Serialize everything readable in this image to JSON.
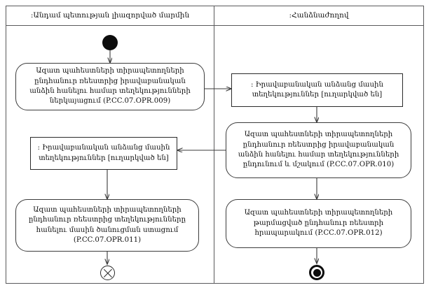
{
  "diagram": {
    "title": "UML Activity Diagram",
    "type": "activity-diagram",
    "colors": {
      "frame_border": "#59595b",
      "node_border": "#3c3c3c",
      "object_border": "#2b2b2b",
      "edge": "#3a3a3a",
      "marker_fill": "#0d0d0d",
      "background": "#ffffff",
      "text": "#111111"
    }
  },
  "swimlanes": [
    {
      "id": "lane-left",
      "title": ":Անդամ պետության լիազորված մարմին"
    },
    {
      "id": "lane-right",
      "title": ":Հանձնաժողով"
    }
  ],
  "nodes": {
    "start": {
      "kind": "initial-node",
      "lane": "lane-left"
    },
    "action_009": {
      "kind": "action",
      "lane": "lane-left",
      "text": "Ազատ պահեստների տիրապետողների ընդհանուր ռեեստրից իրավաբանական անձին հանելու համար տեղեկությունների ներկայացում (P.CC.07.OPR.009)"
    },
    "object_left": {
      "kind": "object-node",
      "lane": "lane-left",
      "text": ": Իրավաբանական անձանց մասին տեղեկություններ [ուղարկված են]"
    },
    "action_011": {
      "kind": "action",
      "lane": "lane-left",
      "text": "Ազատ պահեստների տիրապետողների ընդհանուր ռեեստրից տեղեկությունները հանելու մասին ծանուցման ստացում (P.CC.07.OPR.011)"
    },
    "flow_final": {
      "kind": "flow-final-node",
      "lane": "lane-left"
    },
    "object_right": {
      "kind": "object-node",
      "lane": "lane-right",
      "text": ": Իրավաբանական անձանց մասին տեղեկություններ [ուղարկված են]"
    },
    "action_010": {
      "kind": "action",
      "lane": "lane-right",
      "text": "Ազատ պահեստների տիրապետողների ընդհանուր ռեեստրից իրավաբանական անձին հանելու համար տեղեկությունների ընդունում և մշակում (P.CC.07.OPR.010)"
    },
    "action_012": {
      "kind": "action",
      "lane": "lane-right",
      "text": "Ազատ պահեստների տիրապետողների թարմացված ընդհանուր ռեեստրի հրապարակում (P.CC.07.OPR.012)"
    },
    "final": {
      "kind": "activity-final-node",
      "lane": "lane-right"
    }
  },
  "edges": [
    {
      "from": "start",
      "to": "action_009",
      "direction": "down"
    },
    {
      "from": "action_009",
      "to": "object_right",
      "direction": "right"
    },
    {
      "from": "object_right",
      "to": "action_010",
      "direction": "down"
    },
    {
      "from": "action_010",
      "to": "object_left",
      "direction": "left"
    },
    {
      "from": "object_left",
      "to": "action_011",
      "direction": "down"
    },
    {
      "from": "action_011",
      "to": "flow_final",
      "direction": "down"
    },
    {
      "from": "action_010",
      "to": "action_012",
      "direction": "down"
    },
    {
      "from": "action_012",
      "to": "final",
      "direction": "down"
    }
  ]
}
